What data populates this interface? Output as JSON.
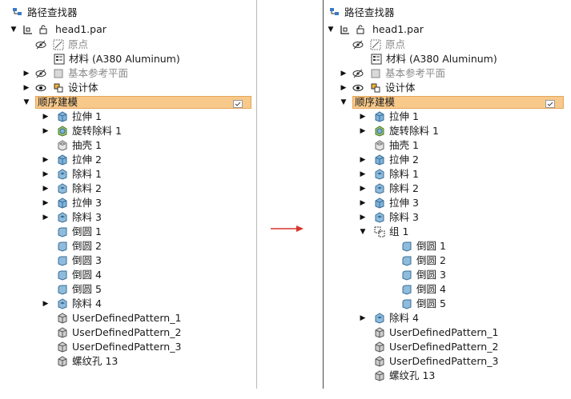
{
  "left": {
    "title": "路径查找器",
    "part": "head1.par",
    "origin": "原点",
    "material": "材料 (A380 Aluminum)",
    "base_planes": "基本参考平面",
    "design_body": "设计体",
    "sequential": "顺序建模",
    "features": [
      {
        "label": "拉伸 1",
        "icon": "extrude-icon",
        "twisty": true
      },
      {
        "label": "旋转除料 1",
        "icon": "revolve-cut-icon",
        "twisty": true
      },
      {
        "label": "抽壳 1",
        "icon": "shell-icon",
        "twisty": false
      },
      {
        "label": "拉伸 2",
        "icon": "extrude-icon",
        "twisty": true
      },
      {
        "label": "除料 1",
        "icon": "cutout-icon",
        "twisty": true
      },
      {
        "label": "除料 2",
        "icon": "cutout-icon",
        "twisty": true
      },
      {
        "label": "拉伸 3",
        "icon": "extrude-icon",
        "twisty": true
      },
      {
        "label": "除料 3",
        "icon": "cutout-icon",
        "twisty": true
      },
      {
        "label": "倒圆 1",
        "icon": "round-icon",
        "twisty": false
      },
      {
        "label": "倒圆 2",
        "icon": "round-icon",
        "twisty": false
      },
      {
        "label": "倒圆 3",
        "icon": "round-icon",
        "twisty": false
      },
      {
        "label": "倒圆 4",
        "icon": "round-icon",
        "twisty": false
      },
      {
        "label": "倒圆 5",
        "icon": "round-icon",
        "twisty": false
      },
      {
        "label": "除料 4",
        "icon": "cutout-icon",
        "twisty": true
      },
      {
        "label": "UserDefinedPattern_1",
        "icon": "pattern-icon",
        "twisty": false
      },
      {
        "label": "UserDefinedPattern_2",
        "icon": "pattern-icon",
        "twisty": false
      },
      {
        "label": "UserDefinedPattern_3",
        "icon": "pattern-icon",
        "twisty": false
      },
      {
        "label": "螺纹孔 13",
        "icon": "pattern-icon",
        "twisty": false
      }
    ]
  },
  "right": {
    "title": "路径查找器",
    "part": "head1.par",
    "origin": "原点",
    "material": "材料 (A380 Aluminum)",
    "base_planes": "基本参考平面",
    "design_body": "设计体",
    "sequential": "顺序建模",
    "group": "组 1",
    "features_before": [
      {
        "label": "拉伸 1",
        "icon": "extrude-icon",
        "twisty": true
      },
      {
        "label": "旋转除料 1",
        "icon": "revolve-cut-icon",
        "twisty": true
      },
      {
        "label": "抽壳 1",
        "icon": "shell-icon",
        "twisty": false
      },
      {
        "label": "拉伸 2",
        "icon": "extrude-icon",
        "twisty": true
      },
      {
        "label": "除料 1",
        "icon": "cutout-icon",
        "twisty": true
      },
      {
        "label": "除料 2",
        "icon": "cutout-icon",
        "twisty": true
      },
      {
        "label": "拉伸 3",
        "icon": "extrude-icon",
        "twisty": true
      },
      {
        "label": "除料 3",
        "icon": "cutout-icon",
        "twisty": true
      }
    ],
    "group_children": [
      "倒圆 1",
      "倒圆 2",
      "倒圆 3",
      "倒圆 4",
      "倒圆 5"
    ],
    "features_after": [
      {
        "label": "除料 4",
        "icon": "cutout-icon",
        "twisty": true
      },
      {
        "label": "UserDefinedPattern_1",
        "icon": "pattern-icon",
        "twisty": false
      },
      {
        "label": "UserDefinedPattern_2",
        "icon": "pattern-icon",
        "twisty": false
      },
      {
        "label": "UserDefinedPattern_3",
        "icon": "pattern-icon",
        "twisty": false
      },
      {
        "label": "螺纹孔 13",
        "icon": "pattern-icon",
        "twisty": false
      }
    ]
  },
  "colors": {
    "highlight": "#f7c98a",
    "arrow": "#d9342b",
    "feature_blue": "#7fb3d9"
  }
}
